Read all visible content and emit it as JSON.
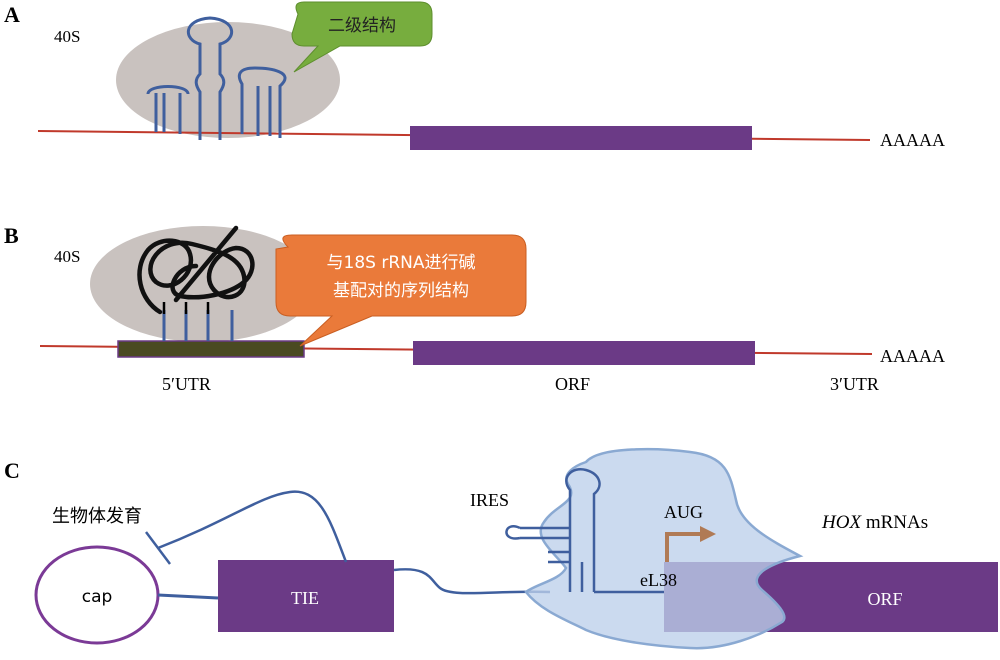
{
  "panels": {
    "a": {
      "letter": "A",
      "ribosome_label": "40S",
      "callout": "二级结构",
      "polya": "AAAAA"
    },
    "b": {
      "letter": "B",
      "ribosome_label": "40S",
      "callout_line1": "与18S rRNA进行碱",
      "callout_line2": "基配对的序列结构",
      "polya": "AAAAA",
      "region_5utr": "5′UTR",
      "region_orf": "ORF",
      "region_3utr": "3′UTR"
    },
    "c": {
      "letter": "C",
      "development_label": "生物体发育",
      "cap_label": "cap",
      "tie_label": "TIE",
      "ires_label": "IRES",
      "aug_label": "AUG",
      "el38_label": "eL38",
      "hox_italic": "HOX",
      "hox_rest": " mRNAs",
      "orf_label": "ORF"
    }
  },
  "colors": {
    "mrna_line": "#c0392b",
    "orf_box": "#6b3a86",
    "ribosome_grey": "#c9c2bf",
    "stem_loop": "#3f5f9e",
    "callout_green": "#77ad3e",
    "callout_orange": "#ea7a3a",
    "utr_5_bar": "#4a4a22",
    "cap_outline": "#7b3a96",
    "ribosome_blue": "#bcd0ea",
    "aug_arrow": "#b07a55"
  }
}
